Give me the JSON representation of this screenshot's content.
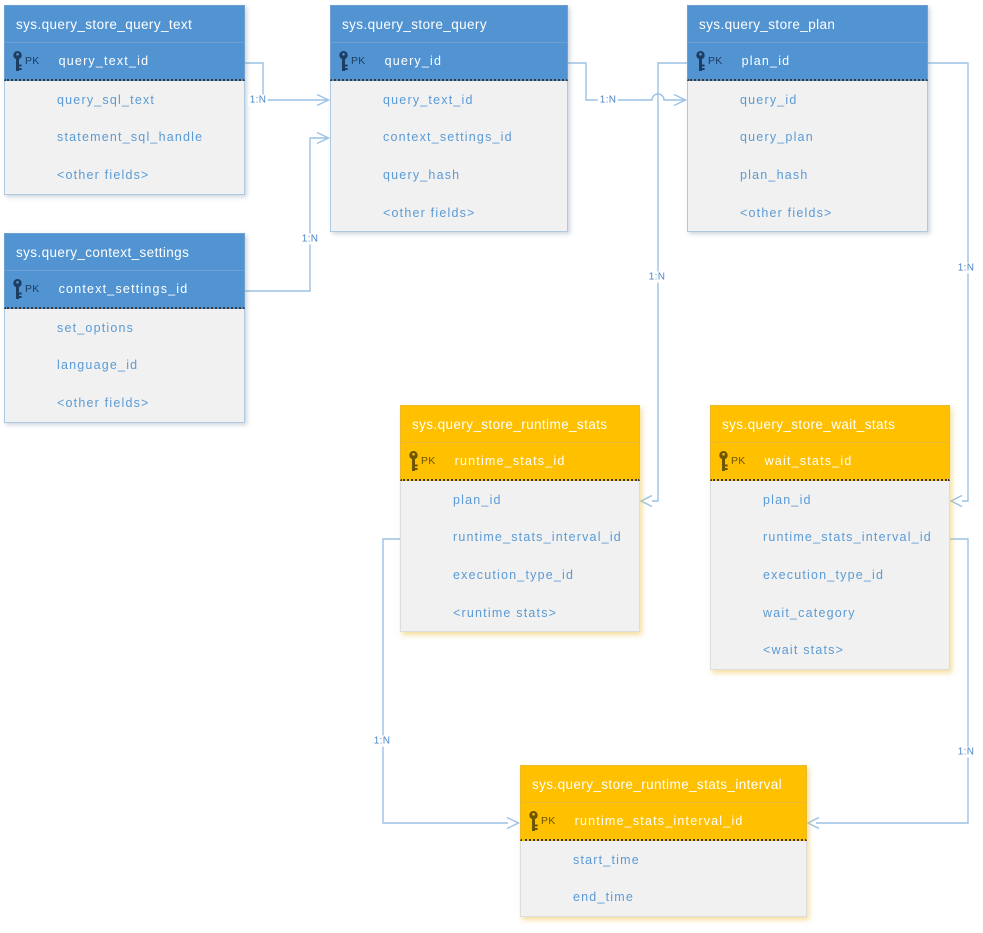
{
  "pk_badge": "PK",
  "colors": {
    "blue_header": "#5294D2",
    "amber_header": "#FFC000",
    "body_background": "#F1F1F1",
    "field_text": "#5B9BD5",
    "connector_line": "#9CC2E5"
  },
  "entities": [
    {
      "title": "sys.query_store_query_text",
      "theme": "blue",
      "pk": "query_text_id",
      "fields": [
        "query_sql_text",
        "statement_sql_handle",
        "<other fields>"
      ]
    },
    {
      "title": "sys.query_store_query",
      "theme": "blue",
      "pk": "query_id",
      "fields": [
        "query_text_id",
        "context_settings_id",
        "query_hash",
        "<other fields>"
      ]
    },
    {
      "title": "sys.query_store_plan",
      "theme": "blue",
      "pk": "plan_id",
      "fields": [
        "query_id",
        "query_plan",
        "plan_hash",
        "<other fields>"
      ]
    },
    {
      "title": "sys.query_context_settings",
      "theme": "blue",
      "pk": "context_settings_id",
      "fields": [
        "set_options",
        "language_id",
        "<other fields>"
      ]
    },
    {
      "title": "sys.query_store_runtime_stats",
      "theme": "amber",
      "pk": "runtime_stats_id",
      "fields": [
        "plan_id",
        "runtime_stats_interval_id",
        "execution_type_id",
        "<runtime stats>"
      ]
    },
    {
      "title": "sys.query_store_wait_stats",
      "theme": "amber",
      "pk": "wait_stats_id",
      "fields": [
        "plan_id",
        "runtime_stats_interval_id",
        "execution_type_id",
        "wait_category",
        "<wait stats>"
      ]
    },
    {
      "title": "sys.query_store_runtime_stats_interval",
      "theme": "amber",
      "pk": "runtime_stats_interval_id",
      "fields": [
        "start_time",
        "end_time"
      ]
    }
  ],
  "connectors": [
    {
      "label": "1:N",
      "from": "sys.query_store_query_text.query_text_id",
      "to": "sys.query_store_query.query_text_id"
    },
    {
      "label": "1:N",
      "from": "sys.query_context_settings.context_settings_id",
      "to": "sys.query_store_query.context_settings_id"
    },
    {
      "label": "1:N",
      "from": "sys.query_store_query.query_id",
      "to": "sys.query_store_plan.query_id"
    },
    {
      "label": "1:N",
      "from": "sys.query_store_plan.plan_id",
      "to": "sys.query_store_runtime_stats.plan_id"
    },
    {
      "label": "1:N",
      "from": "sys.query_store_plan.plan_id",
      "to": "sys.query_store_wait_stats.plan_id"
    },
    {
      "label": "1:N",
      "from": "sys.query_store_runtime_stats_interval.runtime_stats_interval_id",
      "to": "sys.query_store_runtime_stats.runtime_stats_interval_id"
    },
    {
      "label": "1:N",
      "from": "sys.query_store_runtime_stats_interval.runtime_stats_interval_id",
      "to": "sys.query_store_wait_stats.runtime_stats_interval_id"
    }
  ]
}
